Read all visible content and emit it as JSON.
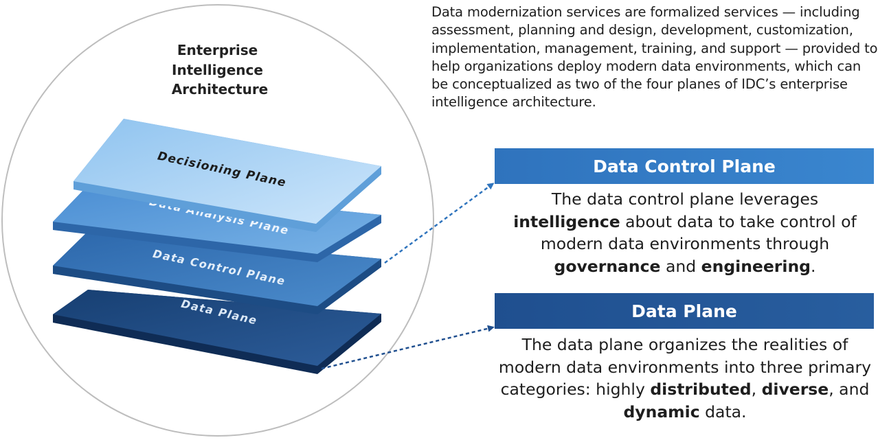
{
  "circle": {
    "title_lines": [
      "Enterprise",
      "Intelligence",
      "Architecture"
    ]
  },
  "planes": [
    {
      "label": "Decisioning Plane",
      "color": "#a9d3f5"
    },
    {
      "label": "Data Analysis Plane",
      "color": "#5c9bd8"
    },
    {
      "label": "Data Control Plane",
      "color": "#3874b7"
    },
    {
      "label": "Data Plane",
      "color": "#1e4d86"
    }
  ],
  "intro": "Data modernization services are formalized services — including assessment, planning and design, development, customization, implementation, management, training, and support — provided to help organizations deploy modern data environments, which can be conceptualized as two of the four planes of IDC’s enterprise intelligence architecture.",
  "control_box": {
    "title": "Data Control Plane",
    "accent": "#3480c8",
    "body": [
      {
        "t": "The data control plane leverages "
      },
      {
        "t": "intelligence",
        "b": true
      },
      {
        "t": " about data to take control of modern data environments through "
      },
      {
        "t": "governance",
        "b": true
      },
      {
        "t": " and "
      },
      {
        "t": "engineering",
        "b": true
      },
      {
        "t": "."
      }
    ]
  },
  "data_box": {
    "title": "Data Plane",
    "accent": "#24579a",
    "body": [
      {
        "t": "The data plane organizes the realities of modern data environments into three primary categories: highly "
      },
      {
        "t": "distributed",
        "b": true
      },
      {
        "t": ", "
      },
      {
        "t": "diverse",
        "b": true
      },
      {
        "t": ", and "
      },
      {
        "t": "dynamic",
        "b": true
      },
      {
        "t": " data."
      }
    ]
  }
}
